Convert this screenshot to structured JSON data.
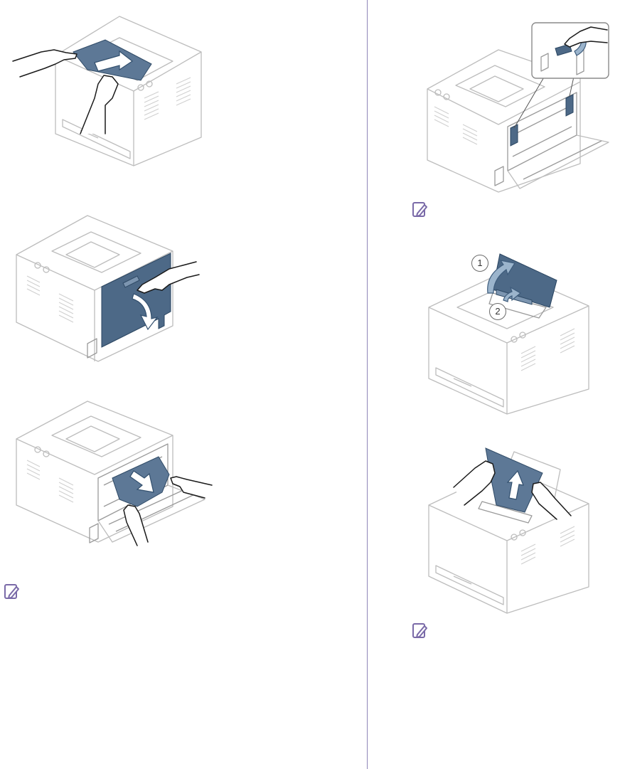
{
  "layout": {
    "columns": 2
  },
  "figures": [
    {
      "id": "remove-paper-output-area",
      "callouts": []
    },
    {
      "id": "open-rear-cover",
      "callouts": []
    },
    {
      "id": "pull-paper-from-rear",
      "callouts": []
    },
    {
      "id": "lift-fuser-levers",
      "callouts": []
    },
    {
      "id": "open-top-inner-cover",
      "callouts": [
        "1",
        "2"
      ]
    },
    {
      "id": "remove-paper-from-top",
      "callouts": []
    }
  ],
  "notes": [
    {
      "id": "note-left-bottom",
      "icon": "note-pencil-icon"
    },
    {
      "id": "note-right-1",
      "icon": "note-pencil-icon"
    },
    {
      "id": "note-right-2",
      "icon": "note-pencil-icon"
    }
  ],
  "colors": {
    "divider": "#8f86b8",
    "paper": "#5d7896",
    "note_icon": "#7a6aa8",
    "outline": "#bdbdbd"
  }
}
